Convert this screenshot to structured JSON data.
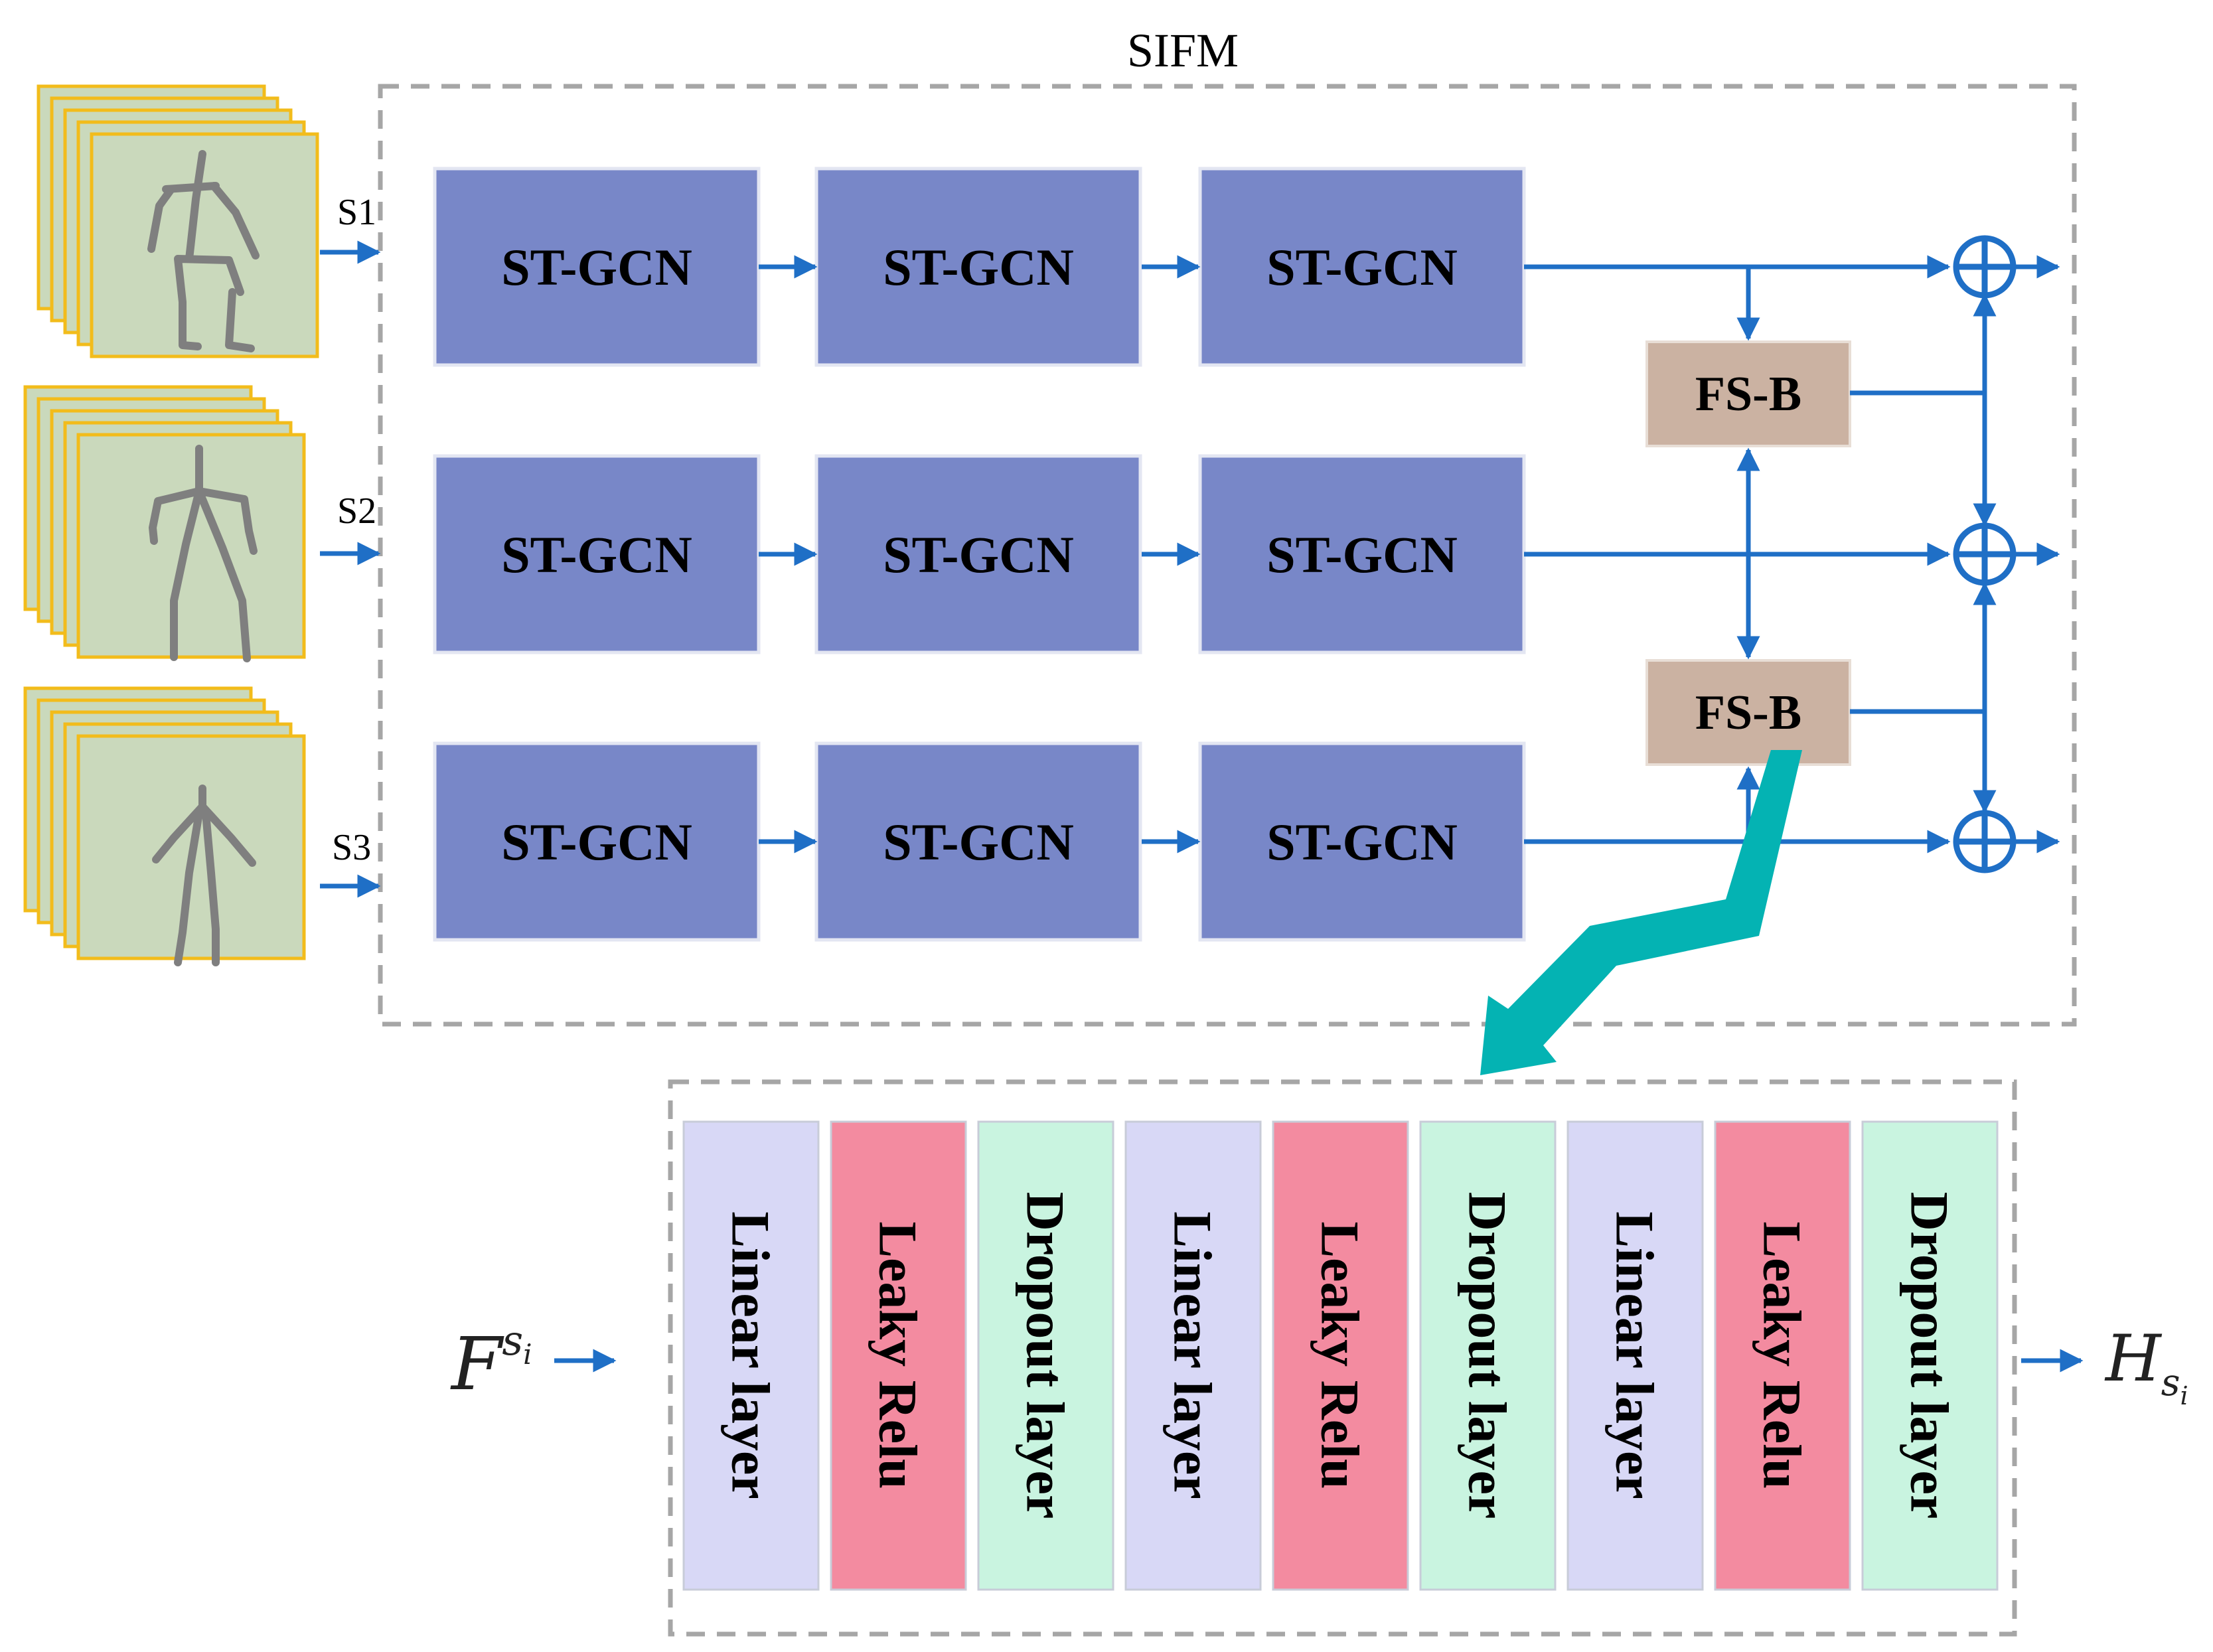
{
  "title": "SIFM",
  "streams": [
    {
      "label": "S1",
      "blocks": [
        "ST-GCN",
        "ST-GCN",
        "ST-GCN"
      ]
    },
    {
      "label": "S2",
      "blocks": [
        "ST-GCN",
        "ST-GCN",
        "ST-GCN"
      ]
    },
    {
      "label": "S3",
      "blocks": [
        "ST-GCN",
        "ST-GCN",
        "ST-GCN"
      ]
    }
  ],
  "fusion_blocks": [
    "FS-B",
    "FS-B"
  ],
  "detail": {
    "input": {
      "base": "F",
      "sup": "s",
      "sub": "i"
    },
    "output": {
      "base": "H",
      "sub": "s",
      "subsub": "i"
    },
    "layers": [
      {
        "label": "Linear layer",
        "kind": "linear"
      },
      {
        "label": "Leaky Relu",
        "kind": "relu"
      },
      {
        "label": "Dropout layer",
        "kind": "dropout"
      },
      {
        "label": "Linear layer",
        "kind": "linear"
      },
      {
        "label": "Leaky Relu",
        "kind": "relu"
      },
      {
        "label": "Dropout layer",
        "kind": "dropout"
      },
      {
        "label": "Linear layer",
        "kind": "linear"
      },
      {
        "label": "Leaky Relu",
        "kind": "relu"
      },
      {
        "label": "Dropout layer",
        "kind": "dropout"
      }
    ]
  },
  "colors": {
    "stgcn": "#7887C8",
    "fsb": "#CBB2A2",
    "arrow": "#1F6FC6",
    "dashed_border": "#A6A6A6",
    "teal_arrow": "#04B3B3",
    "frame_fill": "#CAD9BC",
    "frame_border": "#F2BC1B",
    "skeleton": "#7F7F7F",
    "linear": "#D8D8F6",
    "relu": "#F38BA0",
    "dropout": "#C9F4E0"
  }
}
